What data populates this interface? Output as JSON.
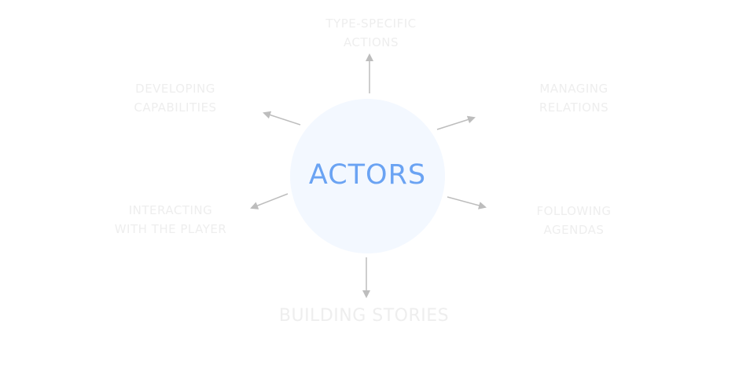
{
  "center": {
    "label": "ACTORS"
  },
  "nodes": {
    "top": {
      "line1": "TYPE-SPECIFIC",
      "line2": "ACTIONS"
    },
    "top_left": {
      "line1": "DEVELOPING",
      "line2": "CAPABILITIES"
    },
    "top_right": {
      "line1": "MANAGING",
      "line2": "RELATIONS"
    },
    "bottom_left": {
      "line1": "INTERACTING",
      "line2": "WITH THE PLAYER"
    },
    "bottom_right": {
      "line1": "FOLLOWING",
      "line2": "AGENDAS"
    },
    "bottom": {
      "line1": "BUILDING STORIES"
    }
  },
  "colors": {
    "center_text": "#6aa3f3",
    "circle_fill": "#f3f8ff",
    "node_text": "#eeeeee",
    "arrow": "#bdbdbd"
  }
}
